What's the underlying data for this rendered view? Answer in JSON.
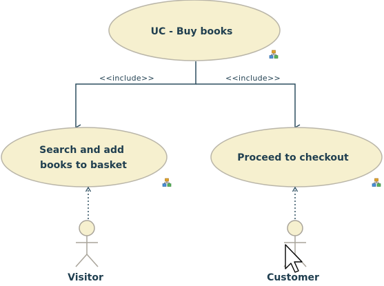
{
  "use_cases": {
    "buy_books": {
      "lines": [
        "UC - Buy books"
      ]
    },
    "search": {
      "lines": [
        "Search and add",
        "books to basket"
      ]
    },
    "checkout": {
      "lines": [
        "Proceed to checkout"
      ]
    }
  },
  "relationships": {
    "include_left": "<<include>>",
    "include_right": "<<include>>"
  },
  "actors": {
    "visitor": "Visitor",
    "customer": "Customer"
  },
  "icons": {
    "use_case_marker": "diagram-link-icon",
    "cursor": "mouse-pointer-icon"
  },
  "colors": {
    "use_case_fill": "#f6f0cf",
    "use_case_stroke": "#b9b5a8",
    "connector": "#2c4d5f",
    "text": "#1f3e4f"
  }
}
